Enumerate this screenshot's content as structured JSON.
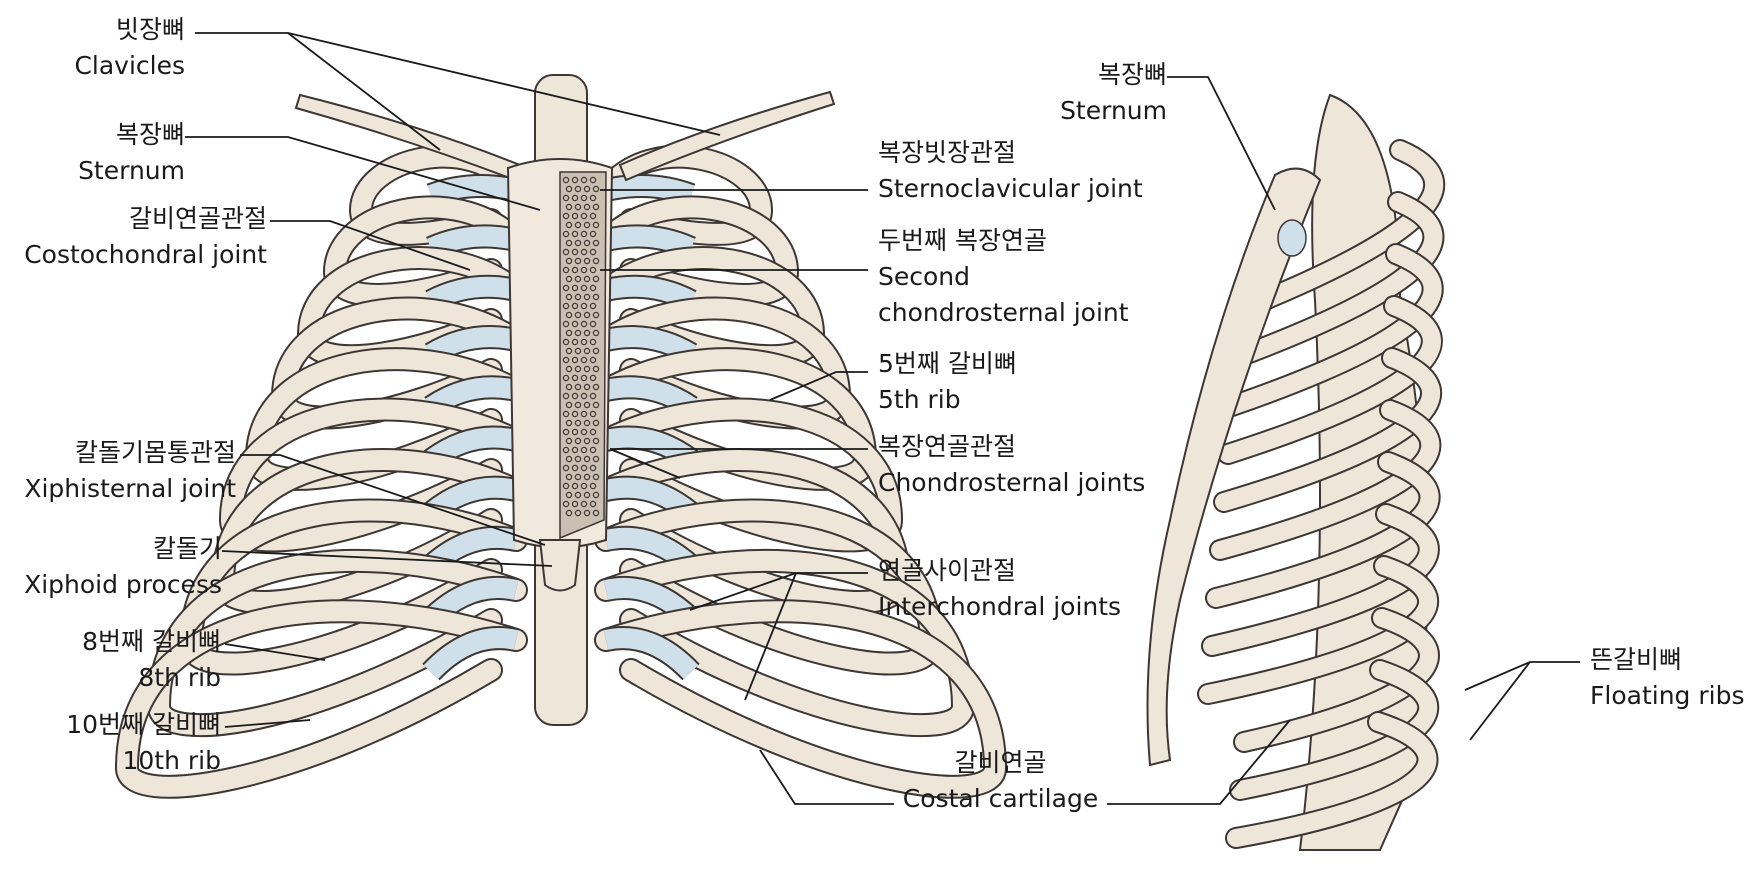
{
  "colors": {
    "bone": "#efe6da",
    "bone_outline": "#3d3632",
    "cartilage": "#cfe0ea",
    "marrow": "#c9bfb2",
    "leader": "#1a1a1a",
    "text": "#1a1a1a"
  },
  "labels": {
    "clavicles": {
      "ko": "빗장뼈",
      "en": "Clavicles"
    },
    "sternum_front": {
      "ko": "복장뼈",
      "en": "Sternum"
    },
    "costochondral": {
      "ko": "갈비연골관절",
      "en": "Costochondral joint"
    },
    "xiphisternal": {
      "ko": "칼돌기몸통관절",
      "en": "Xiphisternal joint"
    },
    "xiphoid": {
      "ko": "칼돌기",
      "en": "Xiphoid process"
    },
    "rib8": {
      "ko": "8번째 갈비뼈",
      "en": "8th rib"
    },
    "rib10": {
      "ko": "10번째 갈비뼈",
      "en": "10th rib"
    },
    "sternum_side": {
      "ko": "복장뼈",
      "en": "Sternum"
    },
    "sternoclavicular": {
      "ko": "복장빗장관절",
      "en": "Sternoclavicular joint"
    },
    "second_chondrosternal": {
      "ko": "두번째 복장연골",
      "en": "Second",
      "en2": "chondrosternal joint"
    },
    "rib5": {
      "ko": "5번째 갈비뼈",
      "en": "5th rib"
    },
    "chondrosternal": {
      "ko": "복장연골관절",
      "en": "Chondrosternal joints"
    },
    "interchondral": {
      "ko": "연골사이관절",
      "en": "Interchondral joints"
    },
    "costal_cartilage": {
      "ko": "갈비연골",
      "en": "Costal cartilage"
    },
    "floating_ribs": {
      "ko": "뜬갈비뼈",
      "en": "Floating ribs"
    }
  }
}
